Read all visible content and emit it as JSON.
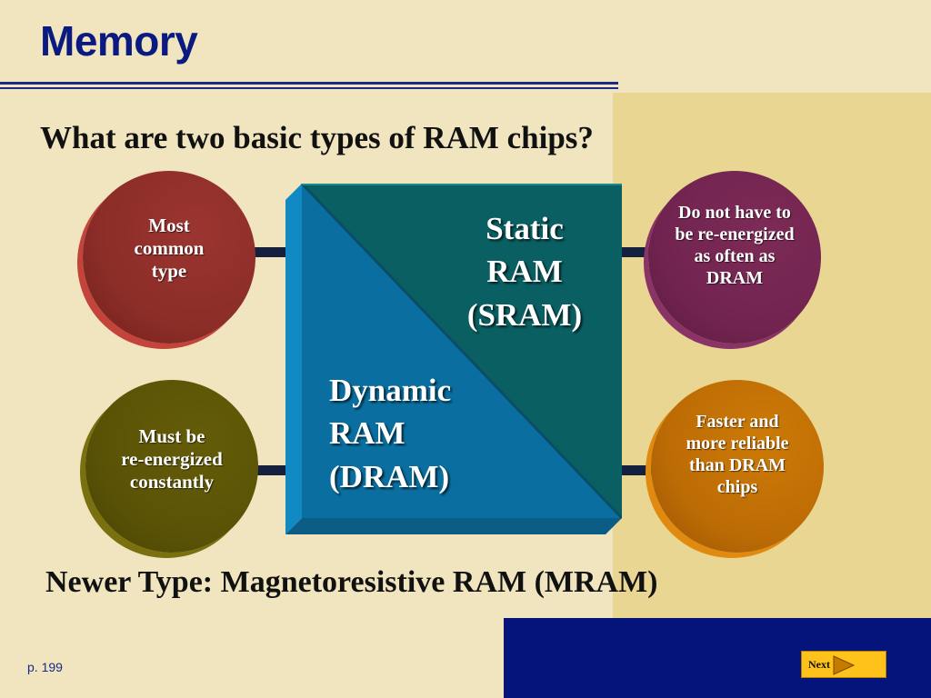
{
  "slide": {
    "title": "Memory",
    "question": "What are two basic types of RAM chips?",
    "newer_type": "Newer Type: Magnetoresistive RAM (MRAM)",
    "page_number": "p. 199"
  },
  "chip": {
    "static_label": "Static\nRAM\n(SRAM)",
    "dynamic_label": "Dynamic\nRAM\n(DRAM)"
  },
  "callouts": {
    "dram_top": "Most\ncommon\ntype",
    "dram_bottom": "Must be\nre-energized\nconstantly",
    "sram_top": "Do not have to\nbe re-energized\nas often as\nDRAM",
    "sram_bottom": "Faster and\nmore reliable\nthan DRAM\nchips"
  },
  "navigation": {
    "next_label": "Next"
  },
  "colors": {
    "background": "#f0e5bf",
    "title_blue": "#0b1a80",
    "sram_teal": "#0a5f62",
    "dram_blue": "#0a6fa0",
    "next_button": "#ffc21a"
  }
}
